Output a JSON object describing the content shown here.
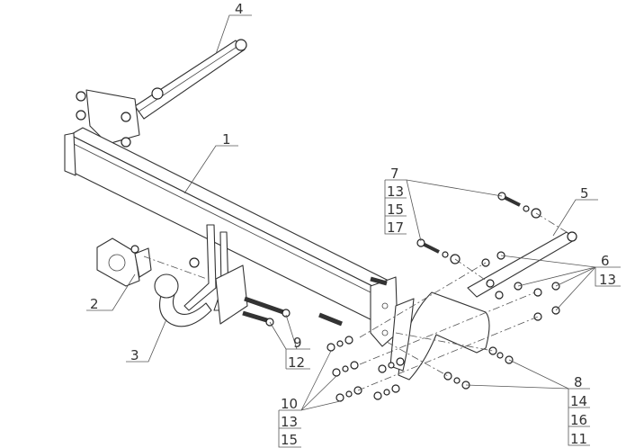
{
  "callouts": {
    "part_1": "1",
    "part_2": "2",
    "part_3": "3",
    "part_4": "4",
    "part_5": "5",
    "group_6": [
      "6",
      "13"
    ],
    "group_7": [
      "7",
      "13",
      "15",
      "17"
    ],
    "group_8": [
      "8",
      "14",
      "16",
      "11"
    ],
    "group_9": [
      "9",
      "12"
    ],
    "group_10": [
      "10",
      "13",
      "15"
    ]
  }
}
